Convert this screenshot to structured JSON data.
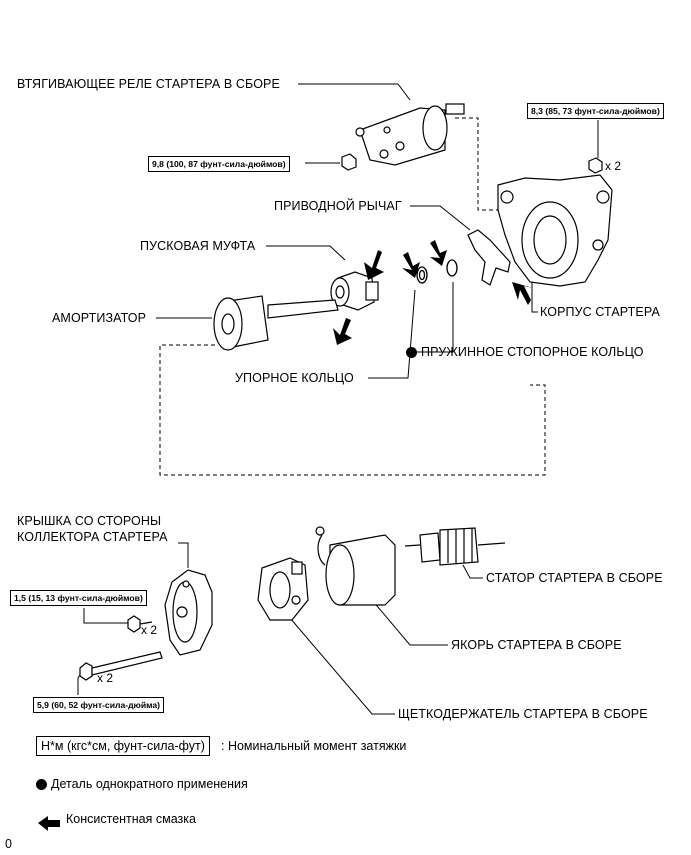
{
  "labels": {
    "solenoid": "ВТЯГИВАЮЩЕЕ РЕЛЕ СТАРТЕРА В СБОРЕ",
    "drive_lever": "ПРИВОДНОЙ РЫЧАГ",
    "clutch": "ПУСКОВАЯ МУФТА",
    "damper": "АМОРТИЗАТОР",
    "housing": "КОРПУС СТАРТЕРА",
    "snap_ring": "ПРУЖИННОЕ СТОПОРНОЕ КОЛЬЦО",
    "thrust_ring": "УПОРНОЕ КОЛЬЦО",
    "end_cover_line1": "КРЫШКА СО СТОРОНЫ",
    "end_cover_line2": "КОЛЛЕКТОРА СТАРТЕРА",
    "stator": "СТАТОР СТАРТЕРА В СБОРЕ",
    "armature": "ЯКОРЬ СТАРТЕРА В СБОРЕ",
    "brush_holder": "ЩЕТКОДЕРЖАТЕЛЬ СТАРТЕРА В СБОРЕ"
  },
  "torques": {
    "housing_nut": "8,3 (85, 73 фунт-сила-дюймов)",
    "solenoid_nut": "9,8 (100, 87 фунт-сила-дюймов)",
    "cover_screw": "1,5 (15, 13 фунт-сила-дюймов)",
    "through_bolt": "5,9 (60, 52 фунт-сила-дюйма)"
  },
  "quantities": {
    "housing_nut": "x 2",
    "cover_screw": "x 2",
    "through_bolt": "x 2"
  },
  "legend": {
    "torque_unit": "Н*м (кгс*см, фунт-сила-фут)",
    "torque_desc": ": Номинальный момент затяжки",
    "single_use": "Деталь однократного применения",
    "grease": "Консистентная смазка"
  },
  "footer": {
    "code": "0"
  }
}
